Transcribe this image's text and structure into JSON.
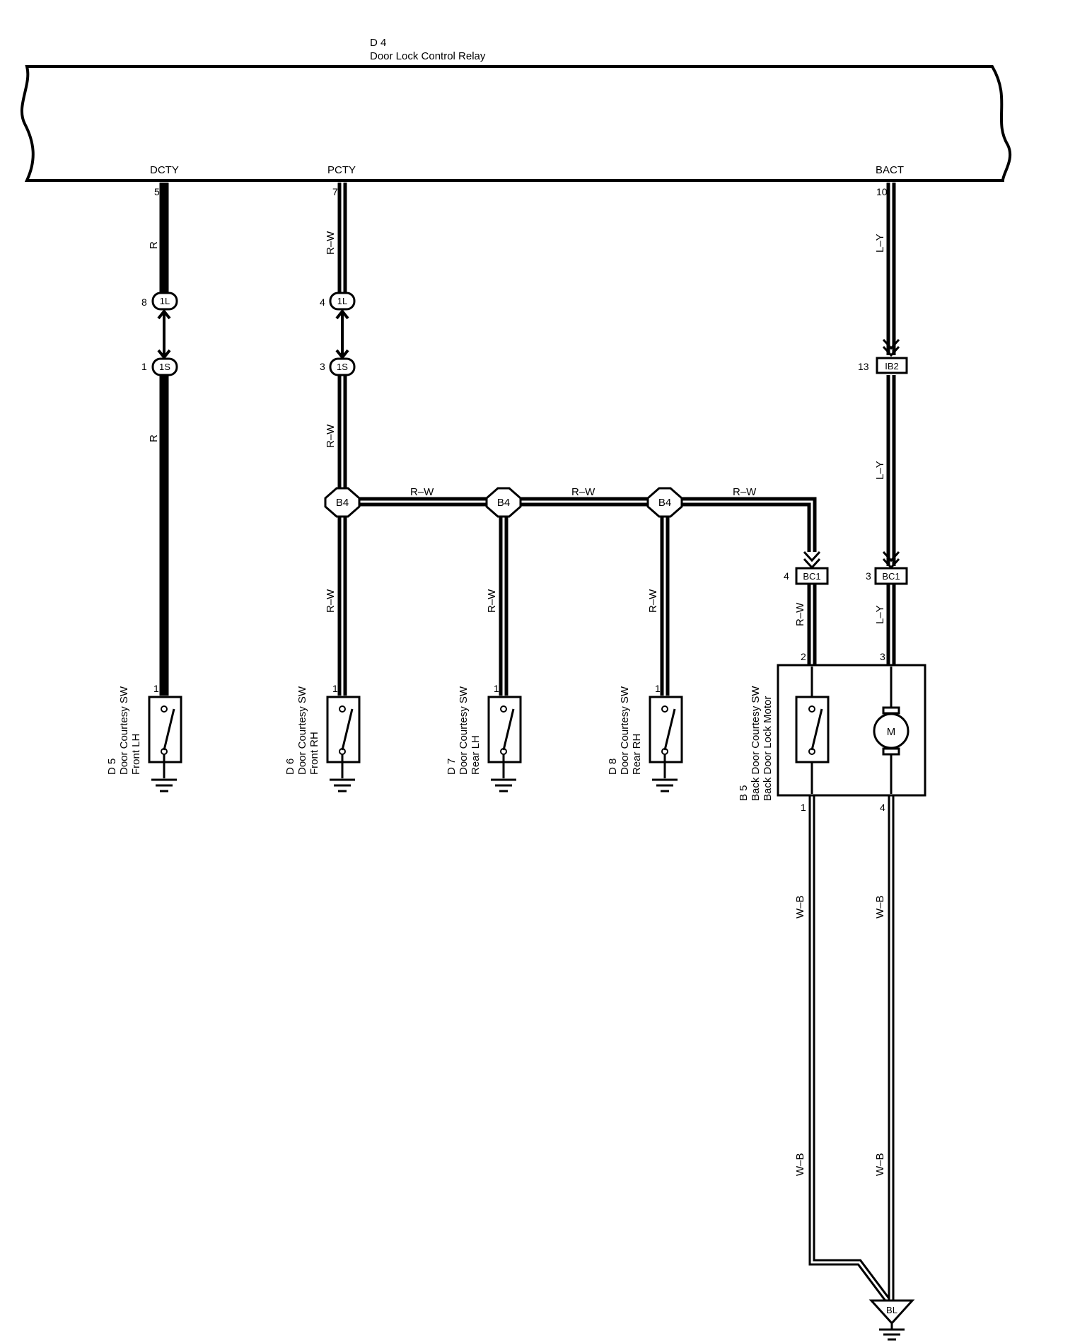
{
  "relay": {
    "code": "D 4",
    "name": "Door Lock Control Relay",
    "terminals": {
      "dcty": "DCTY",
      "pcty": "PCTY",
      "bact": "BACT"
    }
  },
  "pins": {
    "dcty": "5",
    "pcty": "7",
    "bact": "10",
    "lh_1l": "8",
    "lh_1s": "1",
    "rh_1l": "4",
    "rh_1s": "3",
    "bact_ib2": "13",
    "bc1_a": "4",
    "bc1_b": "3",
    "d5": "1",
    "d6": "1",
    "d7": "1",
    "d8": "1",
    "b5_2": "2",
    "b5_3": "3",
    "b5_1": "1",
    "b5_4": "4"
  },
  "wires": {
    "r": "R",
    "rw": "R–W",
    "ly": "L–Y",
    "wb": "W–B"
  },
  "connectors": {
    "c1l": "1L",
    "c1s": "1S",
    "ib2": "IB2",
    "bc1": "BC1",
    "b4": "B4",
    "bl": "BL"
  },
  "components": {
    "d5": {
      "code": "D 5",
      "line1": "Door Courtesy SW",
      "line2": "Front LH"
    },
    "d6": {
      "code": "D 6",
      "line1": "Door Courtesy SW",
      "line2": "Front RH"
    },
    "d7": {
      "code": "D 7",
      "line1": "Door Courtesy SW",
      "line2": "Rear LH"
    },
    "d8": {
      "code": "D 8",
      "line1": "Door Courtesy SW",
      "line2": "Rear RH"
    },
    "b5": {
      "code": "B 5",
      "line1": "Back Door Courtesy SW",
      "line2": "Back Door Lock Motor"
    },
    "motor": "M"
  }
}
